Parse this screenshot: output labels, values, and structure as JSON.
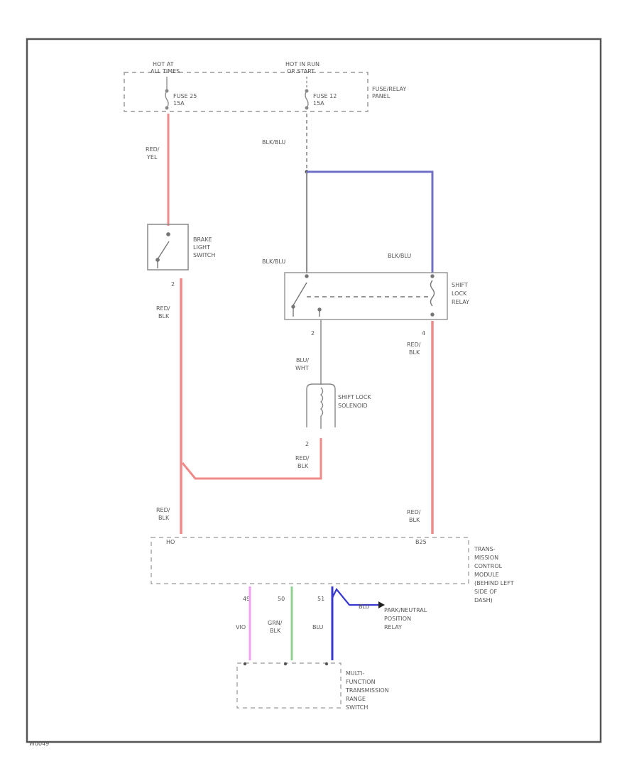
{
  "colors": {
    "red_wire": "#f08a8a",
    "blue_wire": "#7070c8",
    "black_wire": "#909090",
    "violet_wire": "#f0a0f0",
    "green_wire": "#90d090",
    "blue_output": "#3838d0"
  },
  "fuse_panel": {
    "hot_at_all_times": [
      "HOT AT",
      "ALL TIMES"
    ],
    "hot_in_run": [
      "HOT IN RUN",
      "OR START"
    ],
    "fuse_25": [
      "FUSE 25",
      "15A"
    ],
    "fuse_12": [
      "FUSE 12",
      "15A"
    ],
    "panel_label": [
      "FUSE/RELAY",
      "PANEL"
    ]
  },
  "wires": {
    "red_yel": [
      "RED/",
      "YEL"
    ],
    "blk_blu_1": "BLK/BLU",
    "blk_blu_2": "BLK/BLU",
    "blk_blu_3": "BLK/BLU",
    "red_blk_left": [
      "RED/",
      "BLK"
    ],
    "red_blk_relay": [
      "RED/",
      "BLK"
    ],
    "blu_wht": [
      "BLU/",
      "WHT"
    ],
    "red_blk_solenoid": [
      "RED/",
      "BLK"
    ],
    "red_blk_tcm_left": [
      "RED/",
      "BLK"
    ],
    "red_blk_tcm_right": [
      "RED/",
      "BLK"
    ],
    "vio": "VIO",
    "grn_blk": [
      "GRN/",
      "BLK"
    ],
    "blu": "BLU",
    "blu_out": "BLU"
  },
  "components": {
    "brake_switch": [
      "BRAKE",
      "LIGHT",
      "SWITCH"
    ],
    "shift_lock_relay": [
      "SHIFT",
      "LOCK",
      "RELAY"
    ],
    "shift_lock_solenoid": [
      "SHIFT LOCK",
      "SOLENOID"
    ],
    "tcm": [
      "TRANS-",
      "MISSION",
      "CONTROL",
      "MODULE",
      "(BEHIND LEFT",
      "SIDE OF",
      "DASH)"
    ],
    "park_neutral": [
      "PARK/NEUTRAL",
      "POSITION",
      "RELAY"
    ],
    "multi_function": [
      "MULTI-",
      "FUNCTION",
      "TRANSMISSION",
      "RANGE",
      "SWITCH"
    ]
  },
  "pins": {
    "brake_out": "2",
    "relay_left": "2",
    "relay_right": "4",
    "solenoid_bottom": "2",
    "tcm_left": "HO",
    "tcm_right": "B25",
    "c49": "49",
    "c50": "50",
    "c51": "51"
  },
  "footer_code": "W0049"
}
